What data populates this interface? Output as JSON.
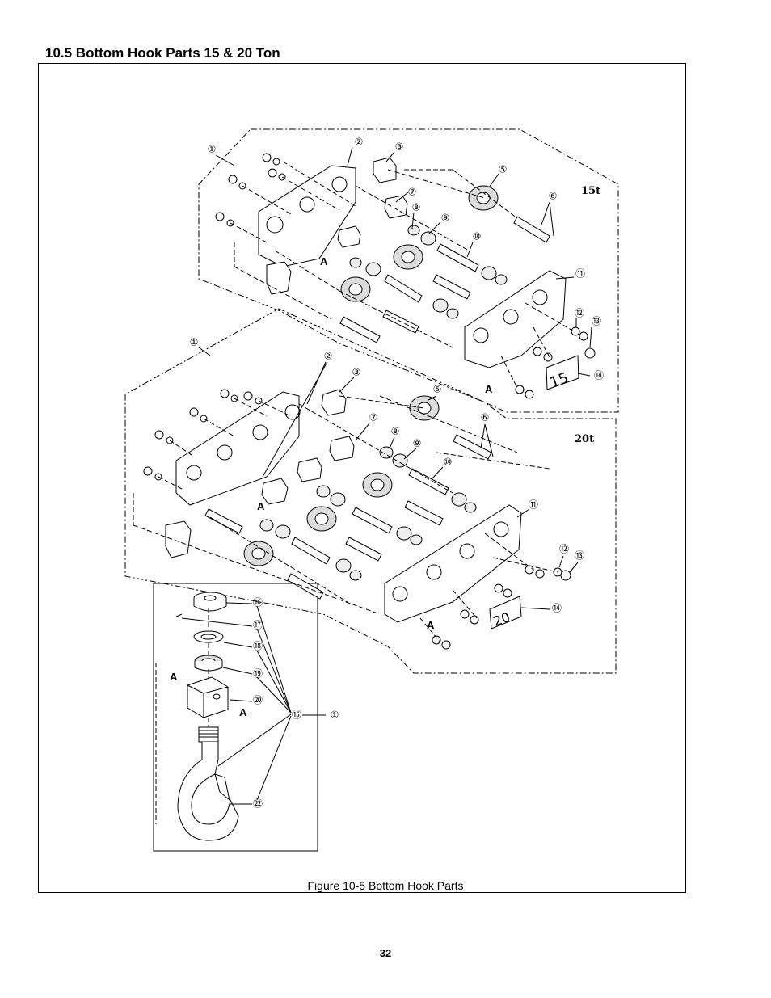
{
  "heading": "10.5 Bottom Hook Parts 15 & 20 Ton",
  "caption": "Figure 10-5 Bottom Hook Parts",
  "page_number": "32",
  "variants": {
    "t15": "15t",
    "t20": "20t"
  },
  "plate_marks": {
    "m15": "15",
    "m20": "20"
  },
  "marker_a": "A",
  "callouts": {
    "c1": "①",
    "c2": "②",
    "c3": "③",
    "c5": "⑤",
    "c6": "⑥",
    "c7": "⑦",
    "c8": "⑧",
    "c9": "⑨",
    "c10": "⑩",
    "c11": "⑪",
    "c12": "⑫",
    "c13": "⑬",
    "c14": "⑭",
    "c15": "⑮",
    "c16": "⑯",
    "c17": "⑰",
    "c18": "⑱",
    "c19": "⑲",
    "c20": "⑳",
    "c22": "㉒"
  }
}
